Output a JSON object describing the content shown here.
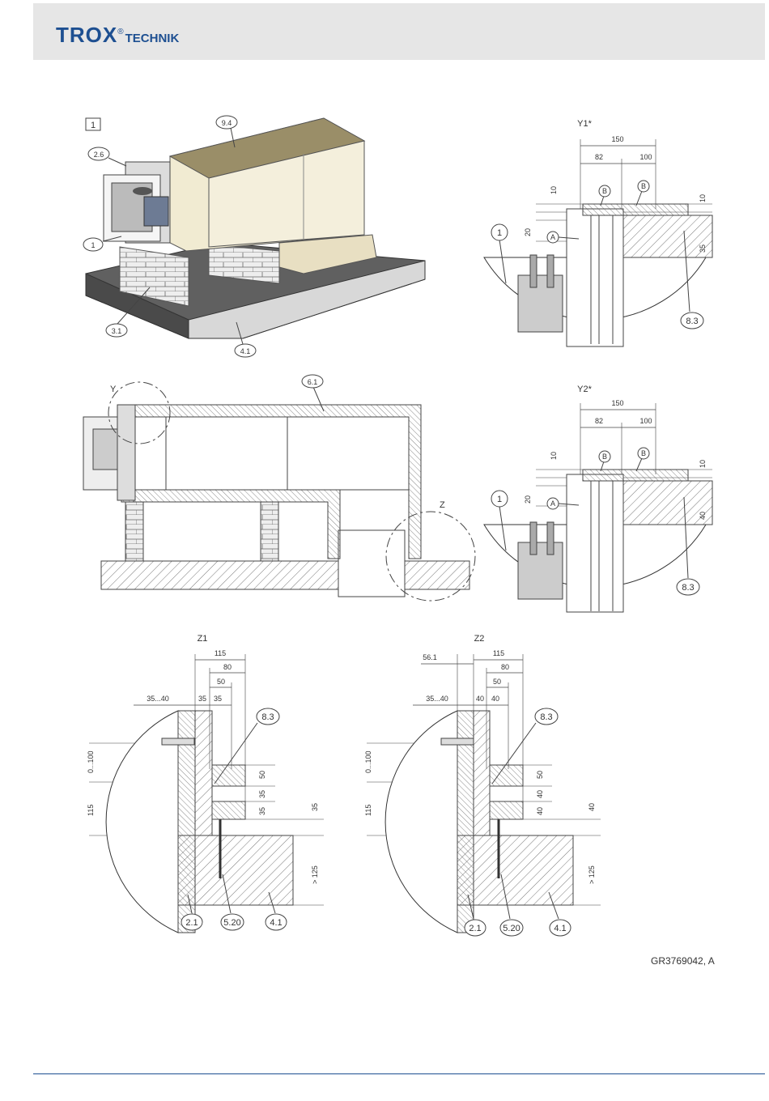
{
  "header": {
    "brand": "TROX",
    "brand_sub": "TECHNIK",
    "registered": "®"
  },
  "figure_1": {
    "number": "1",
    "callouts": [
      "9.4",
      "2.6",
      "1",
      "3.1",
      "4.1"
    ]
  },
  "section_y1": {
    "title": "Y1*",
    "dims": [
      "150",
      "82",
      "100",
      "10",
      "10",
      "20",
      "35"
    ],
    "callouts": [
      "B",
      "B",
      "A",
      "1",
      "8.3"
    ]
  },
  "section_main": {
    "callouts": [
      "Y",
      "6.1",
      "Z"
    ]
  },
  "section_y2": {
    "title": "Y2*",
    "dims": [
      "150",
      "82",
      "100",
      "10",
      "10",
      "20",
      "40"
    ],
    "callouts": [
      "B",
      "B",
      "A",
      "1",
      "8.3"
    ]
  },
  "section_z1": {
    "title": "Z1",
    "dims": [
      "115",
      "80",
      "50",
      "35...40",
      "35",
      "35",
      "0...100",
      "115",
      "50",
      "35",
      "35",
      "35",
      "> 125"
    ],
    "callouts": [
      "8.3",
      "2.1",
      "5.20",
      "4.1"
    ]
  },
  "section_z2": {
    "title": "Z2",
    "dims": [
      "56.1",
      "115",
      "80",
      "50",
      "35...40",
      "40",
      "40",
      "0...100",
      "115",
      "50",
      "40",
      "40",
      "40",
      "> 125"
    ],
    "callouts": [
      "8.3",
      "2.1",
      "5.20",
      "4.1"
    ]
  },
  "reference": "GR3769042, A"
}
